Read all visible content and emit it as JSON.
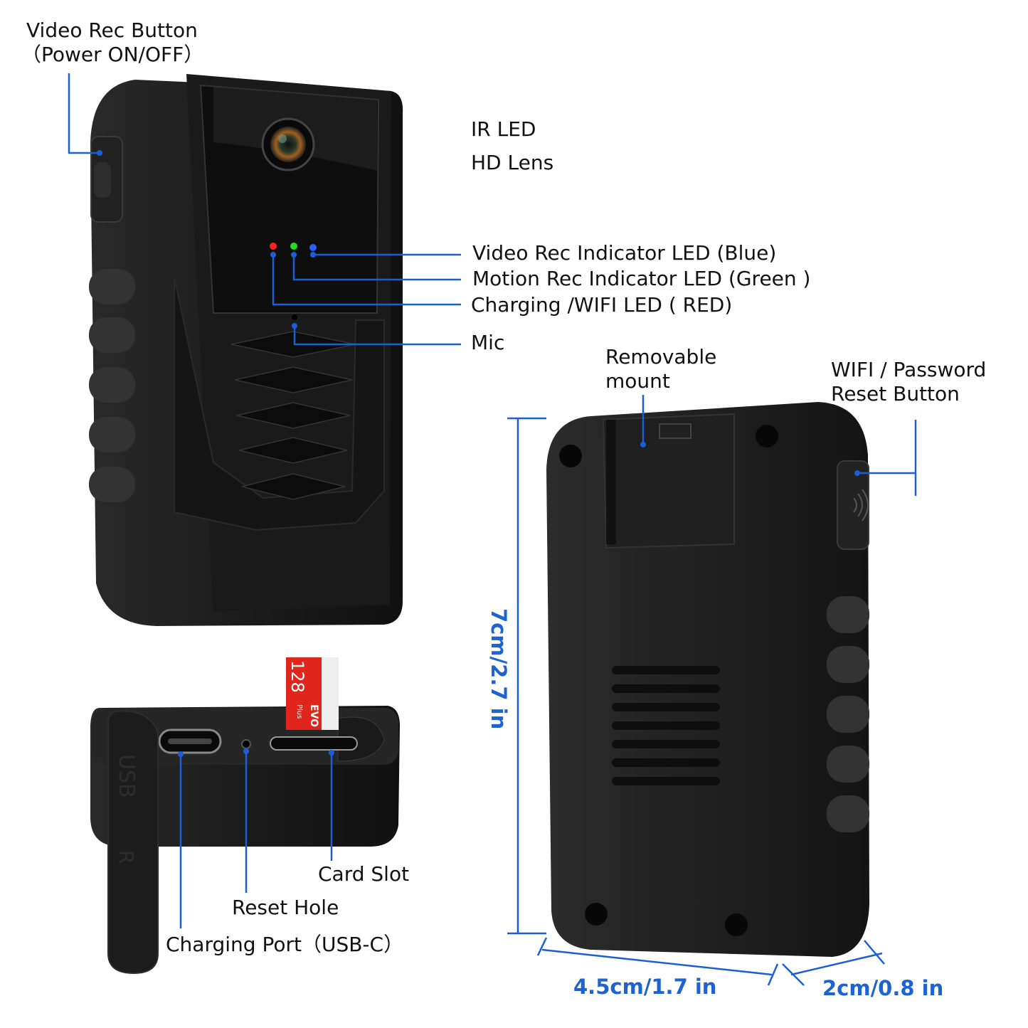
{
  "labels": {
    "video_rec_button": "Video Rec Button",
    "power": "（Power ON/OFF）",
    "ir_led": "IR LED",
    "hd_lens": "HD Lens",
    "video_led": "Video Rec Indicator LED (Blue)",
    "motion_led": "Motion Rec Indicator  LED (Green )",
    "charging_led": "Charging /WIFI LED ( RED)",
    "mic": "Mic",
    "removable_mount_1": "Removable",
    "removable_mount_2": "mount",
    "wifi_reset_1": "WIFI / Password",
    "wifi_reset_2": "Reset Button",
    "card_slot": "Card Slot",
    "reset_hole": "Reset Hole",
    "charging_port": "Charging Port（USB-C）"
  },
  "dimensions": {
    "height": "7cm/2.7 in",
    "width": "4.5cm/1.7 in",
    "depth": "2cm/0.8 in"
  },
  "sd_card": {
    "capacity": "128",
    "brand": "EVO",
    "sub": "Plus"
  },
  "cover_marks": {
    "usb": "USB",
    "r": "R"
  },
  "colors": {
    "leader_line": "#1a5fd6",
    "dimension_text": "#1e63d2",
    "led_red": "#ff2020",
    "led_green": "#22dd22",
    "led_blue": "#2a5cff",
    "sd_red": "#e0261c"
  }
}
